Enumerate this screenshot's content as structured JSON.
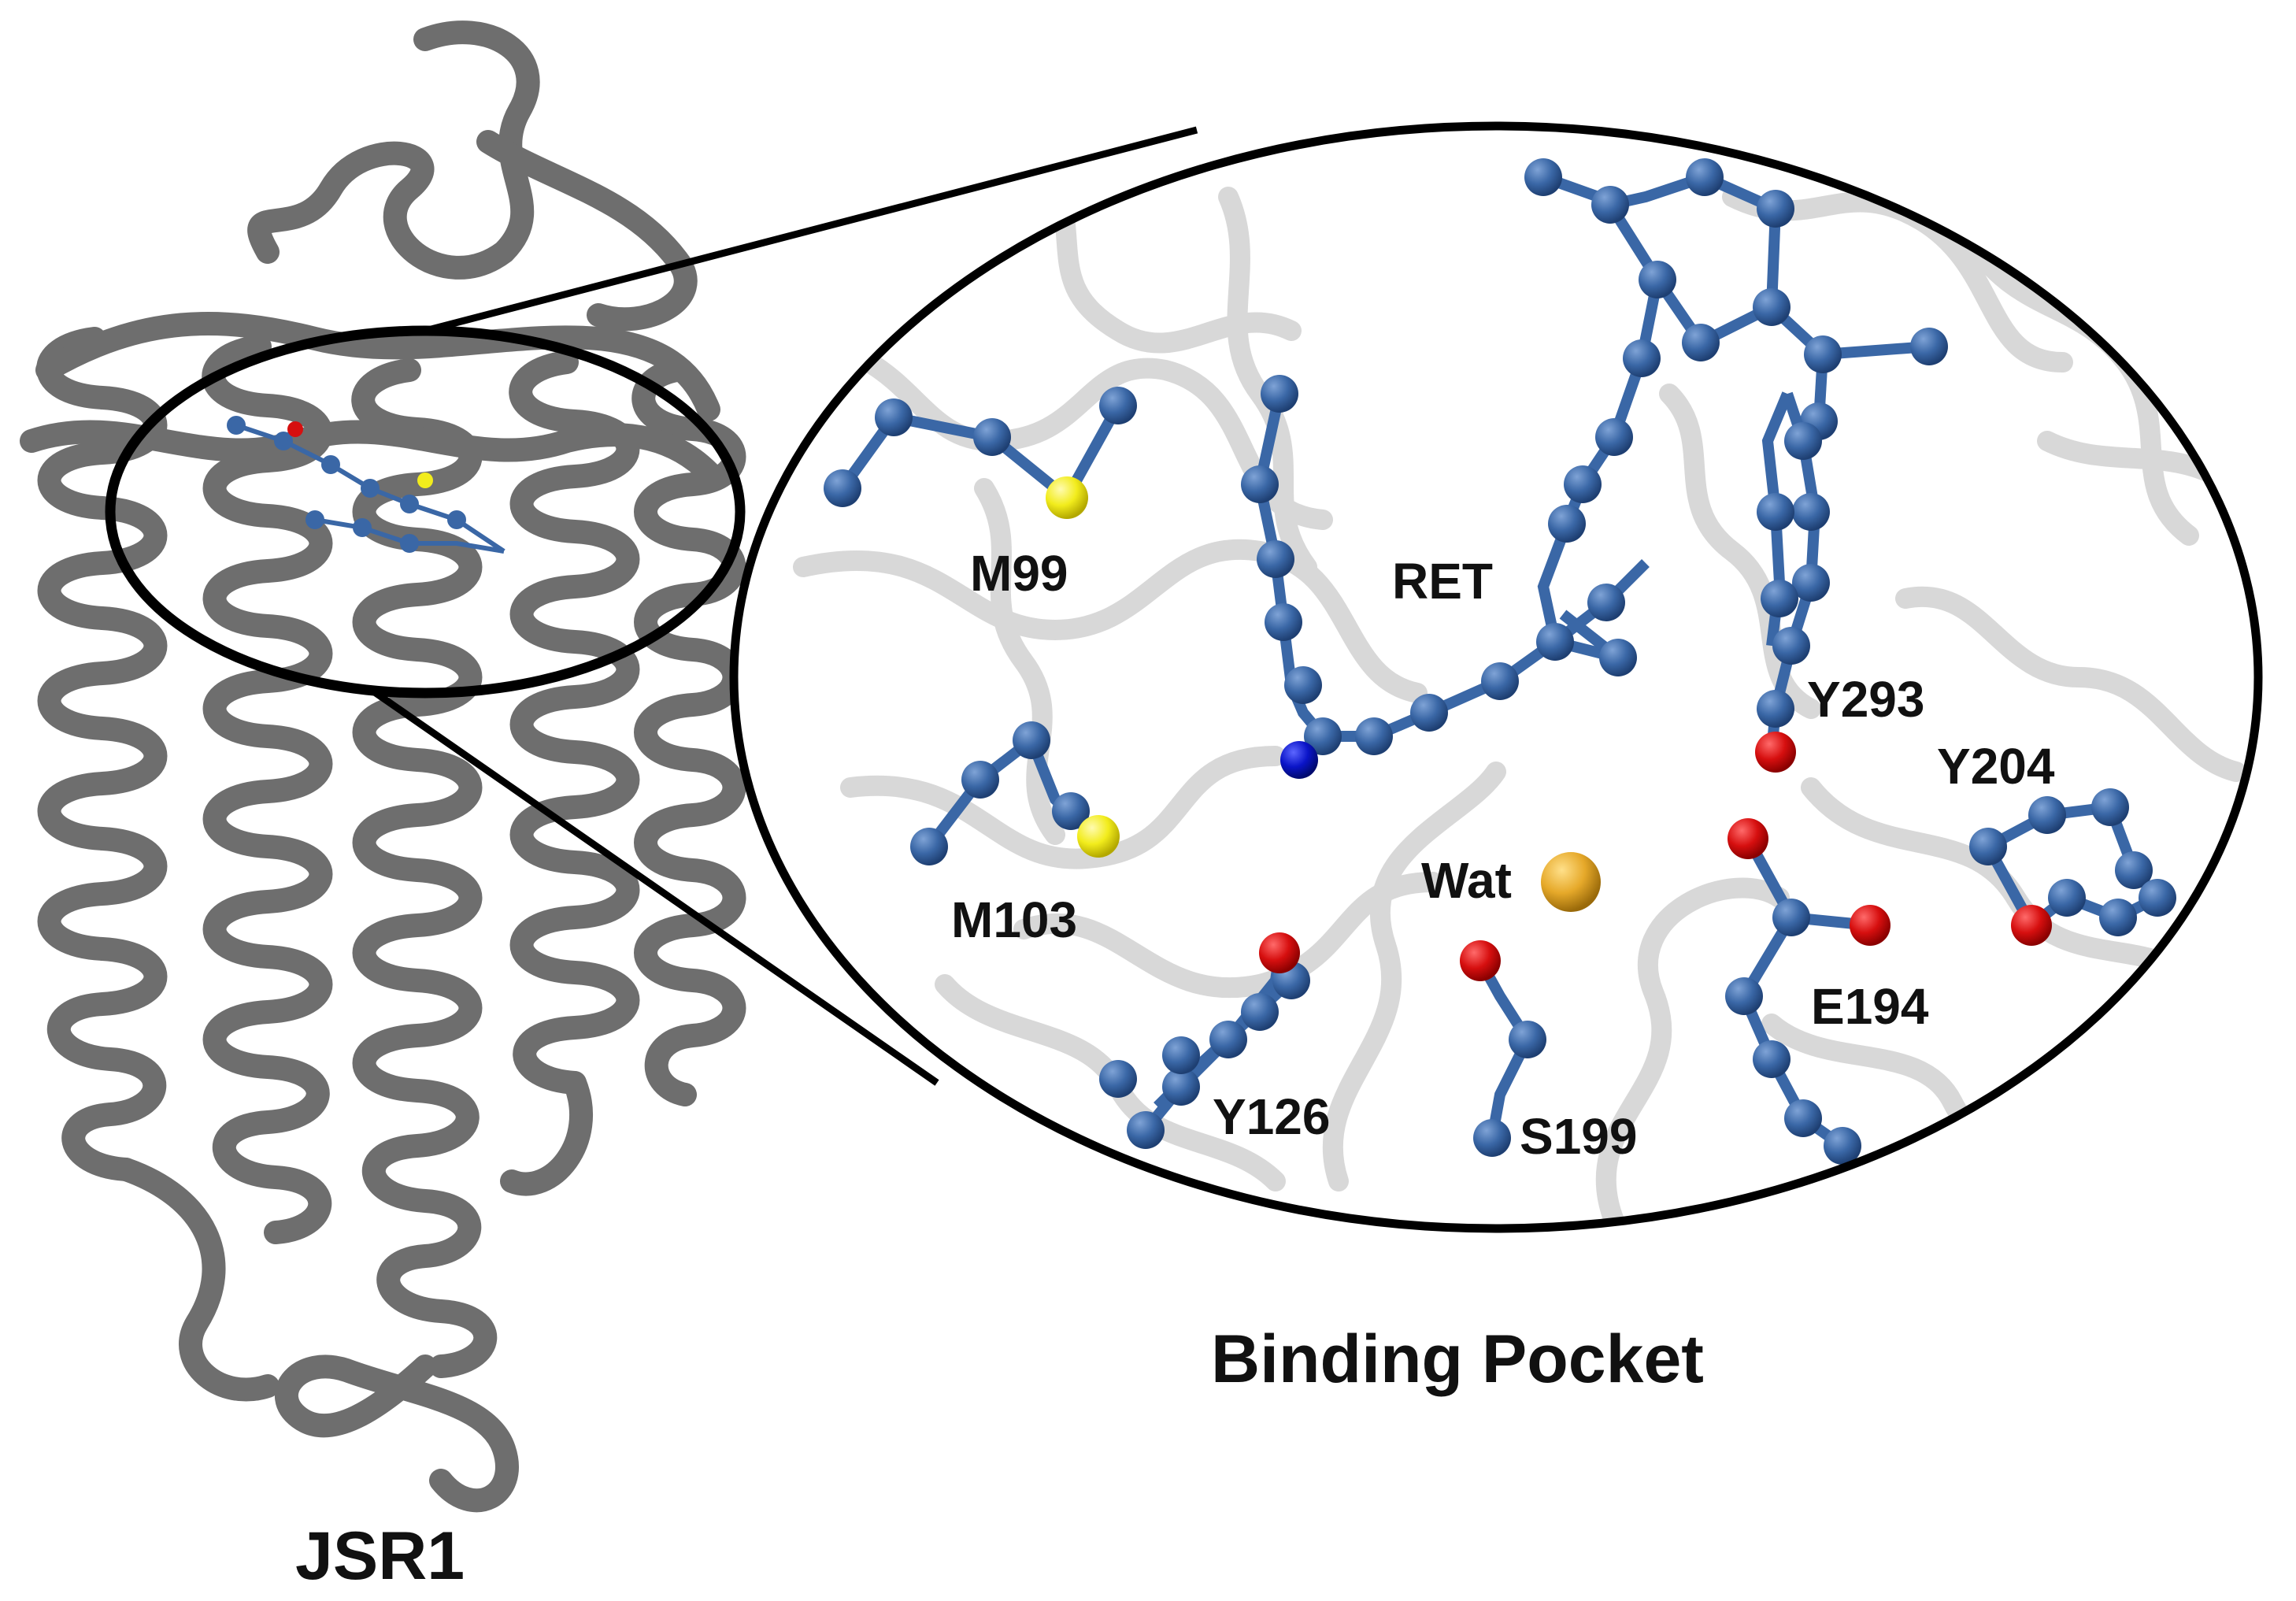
{
  "captions": {
    "protein": "JSR1",
    "pocket": "Binding Pocket"
  },
  "residues": {
    "m99": "M99",
    "m103": "M103",
    "ret": "RET",
    "y293": "Y293",
    "y204": "Y204",
    "wat": "Wat",
    "y126": "Y126",
    "s199": "S199",
    "e194": "E194"
  },
  "colors": {
    "ribbon": "#6e6e6e",
    "carbon": "#3a67a6",
    "oxygen": "#d60f0f",
    "sulfur": "#f2ec1c",
    "nitrogen": "#0a14c8",
    "water": "#e6a92a",
    "background_ribbon": "#d4d4d4"
  }
}
